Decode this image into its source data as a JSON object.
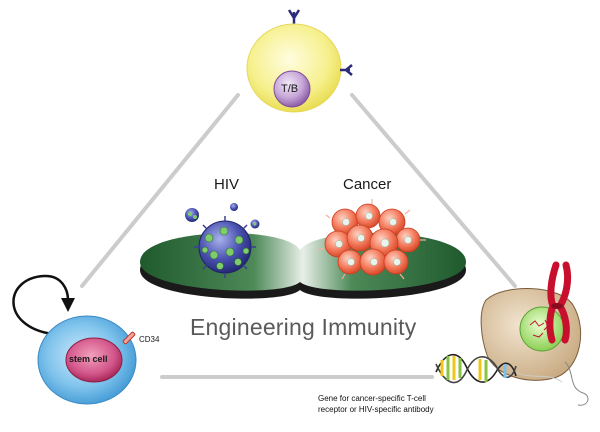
{
  "labels": {
    "hiv": "HIV",
    "cancer": "Cancer",
    "title": "Engineering Immunity",
    "cd34": "CD34",
    "tb": "T/B",
    "stem_cell": "stem cell",
    "gene_line1": "Gene for cancer-specific T-cell",
    "gene_line2": "receptor or HIV-specific antibody"
  },
  "colors": {
    "triangle_line": "#cccccc",
    "platform_green": "#2e6b3a",
    "lymphocyte_yellow": "#f6f08c",
    "nucleus_purple": "#9b6fb3",
    "stem_cell_blue": "#4aa8e0",
    "stem_nucleus": "#c23b6a",
    "virus_blue": "#3b3f9e",
    "cancer_orange": "#f26c4f",
    "chromosome_red": "#c8102e",
    "receptor_navy": "#2b2b7a"
  }
}
